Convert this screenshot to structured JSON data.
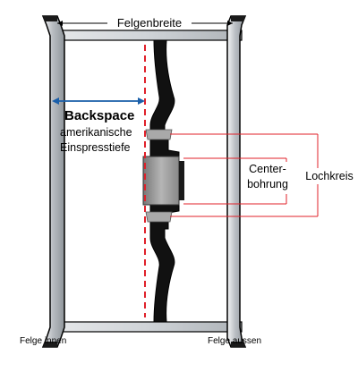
{
  "labels": {
    "felgenbreite": "Felgenbreite",
    "backspace": "Backspace",
    "amerikanische": "amerikanische",
    "einspresstiefe": "Einspresstiefe",
    "center_line1": "Center-",
    "center_line2": "bohrung",
    "lochkreis": "Lochkreis",
    "felge_innen": "Felge innen",
    "felge_aussen": "Felge aussen"
  },
  "colors": {
    "backspace_arrow": "#1a5faa",
    "centerline_dash": "#e0202a",
    "bracket_lines": "#e0202a",
    "rim_metal": "#b8bcc2",
    "rim_outline": "#000000",
    "hub_disc": "#111111",
    "hub_bore": "#9a9a9a"
  },
  "icons": {
    "rim": "wheel-rim-cross-section-icon"
  }
}
